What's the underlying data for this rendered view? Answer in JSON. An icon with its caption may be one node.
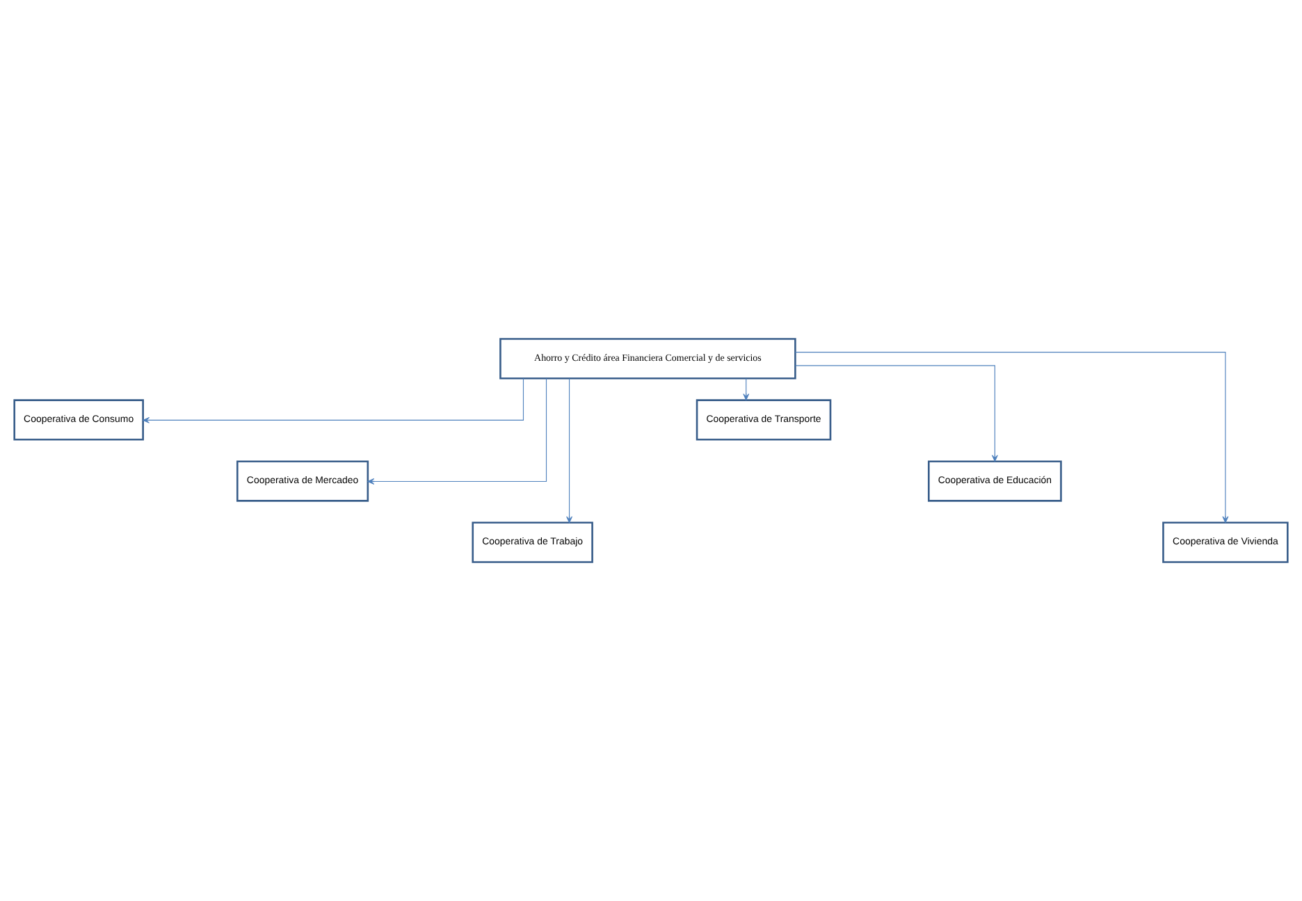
{
  "diagram": {
    "nodes": [
      {
        "text": [
          "Ahorro y Crédito área Financiera Comercial y de servicios"
        ]
      },
      {
        "text": [
          "Cooperativa de Consumo"
        ]
      },
      {
        "text": [
          "Cooperativa de Mercadeo"
        ]
      },
      {
        "text": [
          "Cooperativa de Trabajo"
        ]
      },
      {
        "text": [
          "Cooperativa de Transporte"
        ]
      },
      {
        "text": [
          "Cooperativa de Educación"
        ]
      },
      {
        "text": [
          "Cooperativa de Vivienda"
        ]
      }
    ],
    "edges": [
      {
        "from": 0,
        "to": 1,
        "arrow": "to"
      },
      {
        "from": 0,
        "to": 2,
        "arrow": "to"
      },
      {
        "from": 0,
        "to": 3,
        "arrow": "to"
      },
      {
        "from": 0,
        "to": 4,
        "arrow": "to"
      },
      {
        "from": 0,
        "to": 5,
        "arrow": "to"
      },
      {
        "from": 0,
        "to": 6,
        "arrow": "to"
      }
    ]
  }
}
